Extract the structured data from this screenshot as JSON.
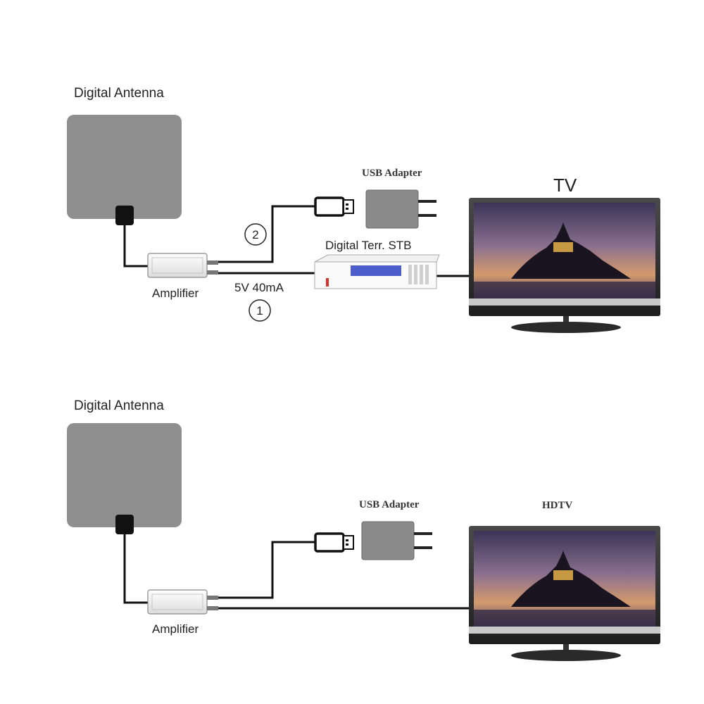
{
  "panels": [
    {
      "antenna_label": "Digital Antenna",
      "amplifier_label": "Amplifier",
      "usb_adapter_label": "USB Adapter",
      "stb_label": "Digital Terr. STB",
      "power_label": "5V 40mA",
      "step_1": "1",
      "step_2": "2",
      "tv_label": "TV"
    },
    {
      "antenna_label": "Digital Antenna",
      "amplifier_label": "Amplifier",
      "usb_adapter_label": "USB Adapter",
      "tv_label": "HDTV"
    }
  ],
  "colors": {
    "antenna": "#8f8f8f",
    "adapter": "#8a8a8a",
    "cable": "#111111",
    "tv_frame": "#2a2a2a",
    "stb_display": "#4b5ec9"
  }
}
